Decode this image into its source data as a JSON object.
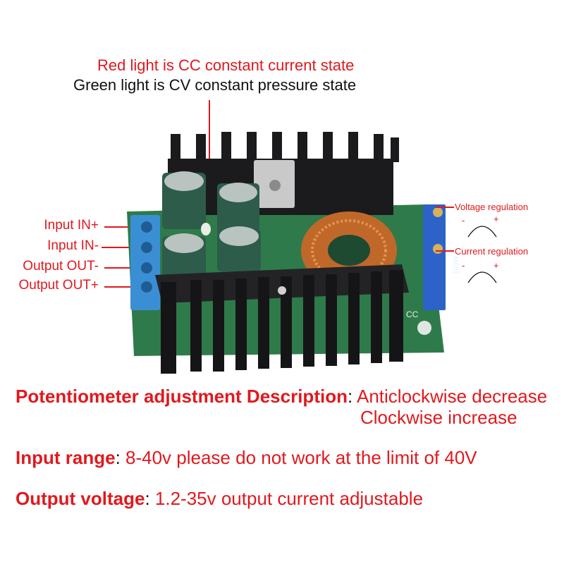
{
  "header": {
    "line1": "Red light is CC constant current state",
    "line2": "Green light is CV constant pressure state"
  },
  "terminals": [
    {
      "label": "Input IN+"
    },
    {
      "label": "Input IN-"
    },
    {
      "label": "Output OUT-"
    },
    {
      "label": "Output OUT+"
    }
  ],
  "pots": [
    {
      "label": "Voltage regulation",
      "minus": "-",
      "plus": "+"
    },
    {
      "label": "Current regulation",
      "minus": "-",
      "plus": "+"
    }
  ],
  "board": {
    "cc_text": "CC",
    "pot_marking": "103W",
    "colors": {
      "heatsink": "#1b1b1d",
      "pcb": "#2f7a4a",
      "terminal": "#3a8fd4",
      "capacitor": "#2d5c4a",
      "coil": "#c0682a",
      "pot": "#2d63c9"
    }
  },
  "description": {
    "pot_title": "Potentiometer adjustment Description",
    "pot_line1": "Anticlockwise decrease",
    "pot_line2": "Clockwise increase",
    "input_title": "Input range",
    "input_value": "8-40v please do not work at the limit of 40V",
    "output_title": "Output voltage",
    "output_value": "1.2-35v output current adjustable"
  }
}
